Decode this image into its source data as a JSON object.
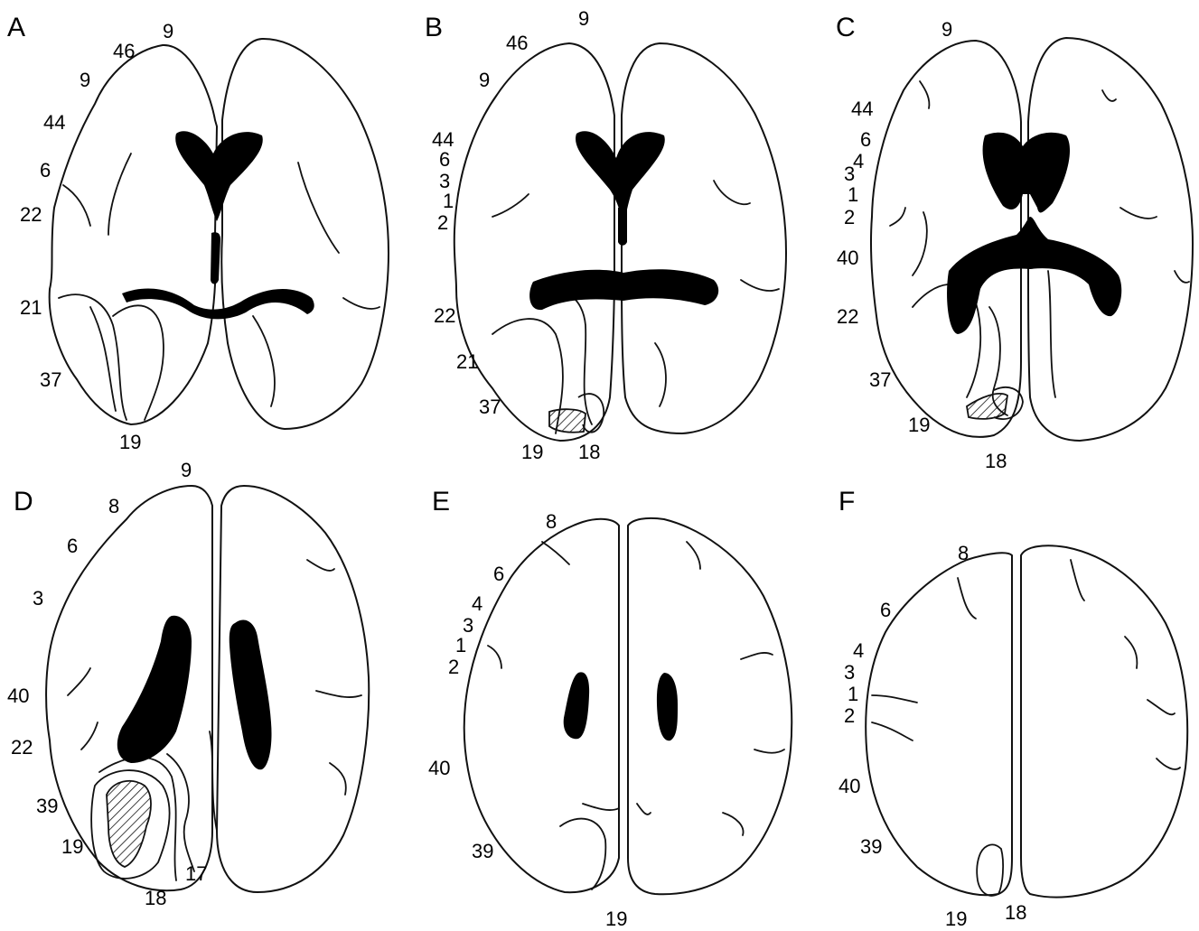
{
  "panels": [
    {
      "id": "A",
      "labels": [
        "9",
        "46",
        "9",
        "44",
        "6",
        "22",
        "21",
        "37",
        "19"
      ]
    },
    {
      "id": "B",
      "labels": [
        "9",
        "46",
        "9",
        "44",
        "6",
        "3",
        "1",
        "2",
        "22",
        "21",
        "37",
        "19",
        "18"
      ]
    },
    {
      "id": "C",
      "labels": [
        "9",
        "44",
        "6",
        "4",
        "3",
        "1",
        "2",
        "40",
        "22",
        "37",
        "19",
        "18"
      ]
    },
    {
      "id": "D",
      "labels": [
        "9",
        "8",
        "6",
        "3",
        "40",
        "22",
        "39",
        "19",
        "17",
        "18"
      ]
    },
    {
      "id": "E",
      "labels": [
        "8",
        "6",
        "4",
        "3",
        "1",
        "2",
        "40",
        "39",
        "19"
      ]
    },
    {
      "id": "F",
      "labels": [
        "8",
        "6",
        "4",
        "3",
        "1",
        "2",
        "40",
        "39",
        "19",
        "18"
      ]
    }
  ]
}
